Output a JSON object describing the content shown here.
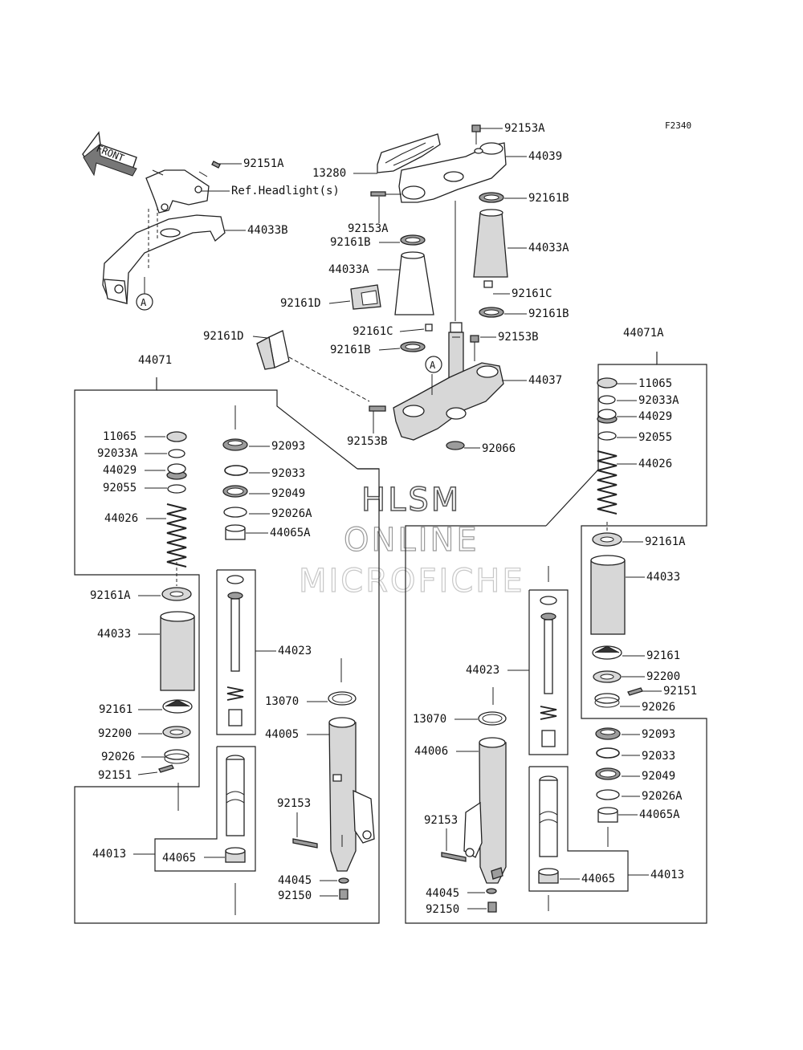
{
  "figure_code": "F2340",
  "front_label": "FRONT",
  "ref_label": "Ref.Headlight(s)",
  "marker_a": "A",
  "watermark": {
    "line1": "HLSM",
    "line2": "ONLINE",
    "line3": "MICROFICHE"
  },
  "top_labels": {
    "p92151A": "92151A",
    "p44033B": "44033B",
    "p13280": "13280",
    "p92153A_top": "92153A",
    "p44039": "44039",
    "p92153A_mid": "92153A",
    "p92161B_r1": "92161B",
    "p92161B_l1": "92161B",
    "p44033A_r": "44033A",
    "p44033A_l": "44033A",
    "p92161C_r": "92161C",
    "p92161D_1": "92161D",
    "p92161B_r2": "92161B",
    "p92161C_l": "92161C",
    "p92153B_r": "92153B",
    "p92161D_2": "92161D",
    "p92161B_l2": "92161B",
    "p44037": "44037",
    "p92153B_l": "92153B",
    "p92066": "92066"
  },
  "left_fork": {
    "assembly": "44071",
    "inner": [
      "11065",
      "92033A",
      "44029",
      "92055",
      "44026"
    ],
    "spacer_92161A": "92161A",
    "p44033": "44033",
    "p92161": "92161",
    "p92200": "92200",
    "p92026": "92026",
    "p92151": "92151",
    "right_col": [
      "92093",
      "92033",
      "92049",
      "92026A",
      "44065A"
    ],
    "p44023": "44023",
    "p13070": "13070",
    "p44005": "44005",
    "p92153": "92153",
    "p44013": "44013",
    "p44065": "44065",
    "p44045": "44045",
    "p92150": "92150"
  },
  "right_fork": {
    "assembly": "44071A",
    "inner": [
      "11065",
      "92033A",
      "44029",
      "92055",
      "44026"
    ],
    "spacer_92161A": "92161A",
    "p44033": "44033",
    "p92161": "92161",
    "p92200": "92200",
    "p92151": "92151",
    "p92026": "92026",
    "lower_col": [
      "92093",
      "92033",
      "92049",
      "92026A",
      "44065A"
    ],
    "p44023": "44023",
    "p13070": "13070",
    "p44006": "44006",
    "p92153": "92153",
    "p44065": "44065",
    "p44013": "44013",
    "p44045": "44045",
    "p92150": "92150"
  }
}
